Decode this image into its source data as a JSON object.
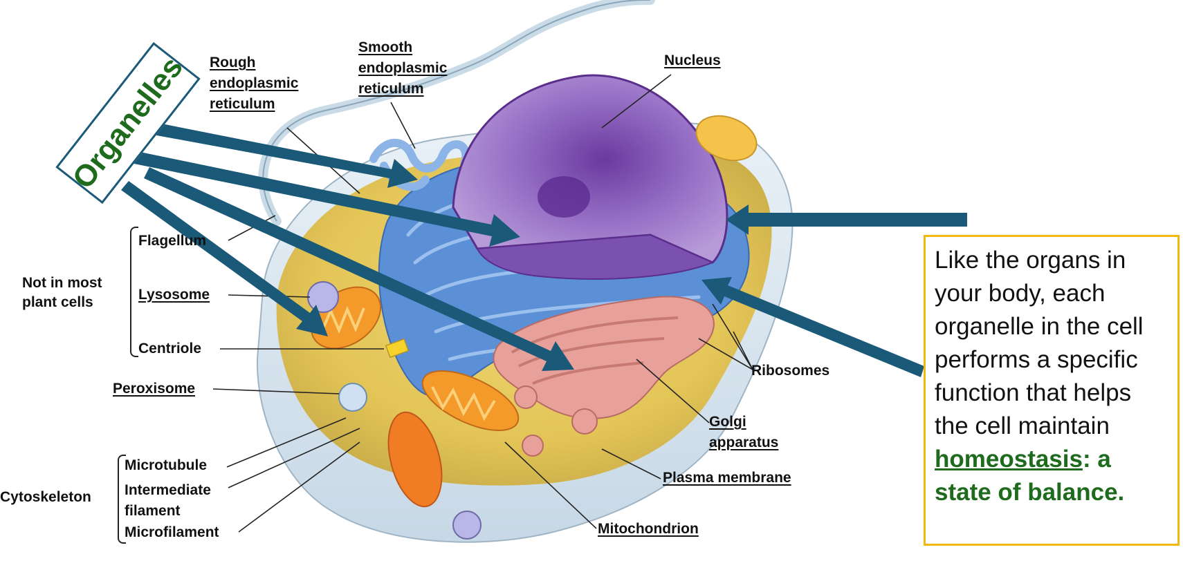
{
  "callout": {
    "text": "Organelles"
  },
  "info": {
    "text_1": "Like the organs in your body, each organelle in the cell performs a specific function that helps the cell maintain ",
    "highlight_term": "homeostasis",
    "highlight_rest": ": a state of balance."
  },
  "labels": {
    "rough_er_1": "Rough",
    "rough_er_2": "endoplasmic",
    "rough_er_3": "reticulum",
    "smooth_er_1": "Smooth",
    "smooth_er_2": "endoplasmic",
    "smooth_er_3": "reticulum",
    "nucleus": "Nucleus",
    "flagellum": "Flagellum",
    "not_in_most_1": "Not in most",
    "not_in_most_2": "plant cells",
    "lysosome": "Lysosome",
    "centriole": "Centriole",
    "peroxisome": "Peroxisome",
    "microtubule": "Microtubule",
    "intermediate_1": "Intermediate",
    "intermediate_2": "filament",
    "microfilament": "Microfilament",
    "cytoskeleton": "Cytoskeleton",
    "ribosomes": "Ribosomes",
    "golgi_1": "Golgi",
    "golgi_2": "apparatus",
    "plasma_membrane": "Plasma membrane",
    "mitochondrion": "Mitochondrion"
  },
  "colors": {
    "arrow": "#1a5a78",
    "organelles_text": "#1e6b1e",
    "info_border": "#f2b90f",
    "nucleus": "#8a5cb8",
    "er": "#5b8fd6",
    "golgi": "#e8a09a",
    "mitochondria": "#f39a2a"
  }
}
